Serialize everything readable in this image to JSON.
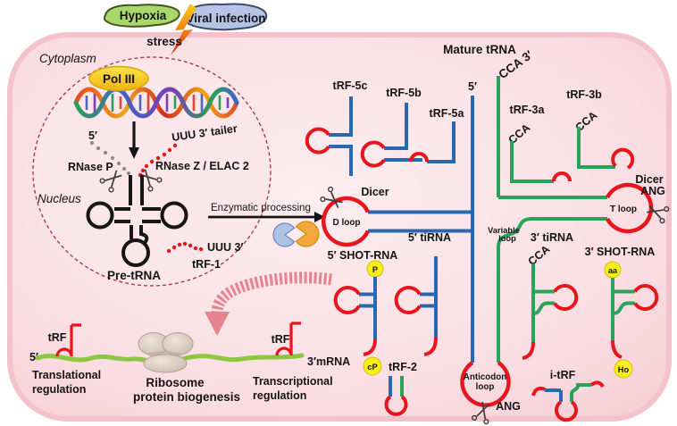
{
  "colors": {
    "cell_fill": "#f8d6dc",
    "cell_border": "#f4c2cb",
    "nucleus_fill": "#fbe7e9",
    "nucleus_border": "#b23a48",
    "strand_5p_blue": "#2868b0",
    "strand_3p_green": "#27a35a",
    "loop_red": "#e8151d",
    "mrna_green": "#8dc63f",
    "badge_yellow": "#f7ee1b",
    "hypoxia_green": "#a8d76a",
    "viral_lavender": "#b7c3e6",
    "pol3_yellow": "#f5c914",
    "effect_arrow_pink": "#e6838e"
  },
  "stimuli": {
    "hypoxia": "Hypoxia",
    "viral": "Viral infection",
    "stress": "stress"
  },
  "compartments": {
    "cytoplasm": "Cytoplasm",
    "nucleus": "Nucleus"
  },
  "transcription": {
    "pol3": "Pol III",
    "five_prime": "5′",
    "uuu_tailer": "UUU 3′ tailer",
    "rnase_p": "RNase P",
    "rnase_z": "RNase Z / ELAC 2",
    "pre_trna": "Pre-tRNA"
  },
  "processing": {
    "label": "Enzymatic processing",
    "uuu3": "UUU 3′",
    "trf1": "tRF-1"
  },
  "mature": {
    "title": "Mature tRNA",
    "five_prime": "5′",
    "cca3": "CCA 3′",
    "dicer_left": "Dicer",
    "dicer_right": "Dicer",
    "ang_right": "ANG",
    "ang_bottom": "ANG",
    "d_loop": "D loop",
    "t_loop": "T loop",
    "anticodon1": "Anticodon",
    "anticodon2": "loop",
    "variable1": "Variable",
    "variable2": "loop"
  },
  "fragments": {
    "trf5c": "tRF-5c",
    "trf5b": "tRF-5b",
    "trf5a": "tRF-5a",
    "trf3a": "tRF-3a",
    "trf3b": "tRF-3b",
    "cca": "CCA",
    "tirna5": "5′ tiRNA",
    "tirna3": "3′ tiRNA",
    "shot5": "5′ SHOT-RNA",
    "shot3": "3′ SHOT-RNA",
    "trf2": "tRF-2",
    "itrf": "i-tRF",
    "p": "P",
    "cp": "cP",
    "aa": "aa",
    "ho": "Ho"
  },
  "footer": {
    "trf_left": "tRF",
    "trf_right": "tRF",
    "five_prime": "5′",
    "mrna3": "3′mRNA",
    "translational1": "Translational",
    "translational2": "regulation",
    "ribosome": "Ribosome",
    "biogenesis": "protein biogenesis",
    "transcriptional1": "Transcriptional",
    "transcriptional2": "regulation"
  }
}
